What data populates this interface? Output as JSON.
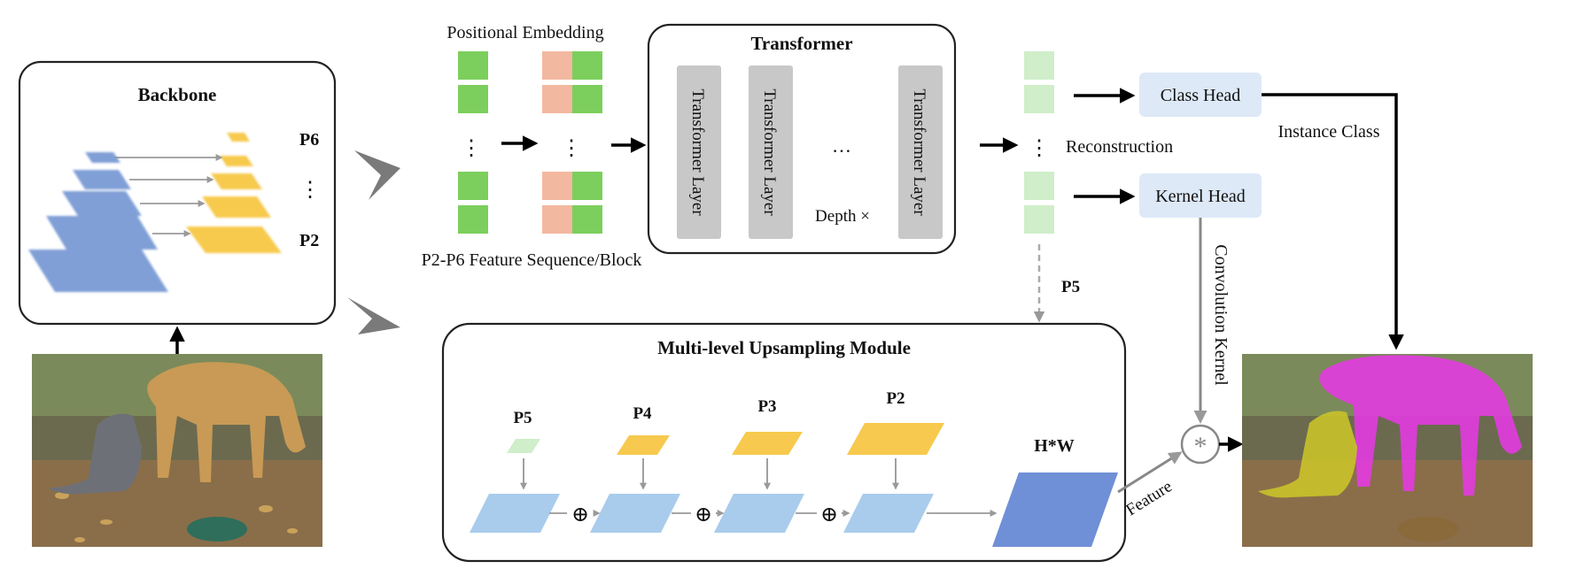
{
  "backbone": {
    "title": "Backbone",
    "level_top": "P6",
    "level_bottom": "P2",
    "ellipsis": "⋮"
  },
  "sequence": {
    "embedding_label": "Positional Embedding",
    "caption": "P2-P6 Feature Sequence/Block",
    "ellipsis": "⋮"
  },
  "transformer": {
    "title": "Transformer",
    "layer_label": "Transformer Layer",
    "ellipsis": "…",
    "depth_label": "Depth ×"
  },
  "output": {
    "ellipsis": "⋮",
    "reconstruction": "Reconstruction",
    "p5_label": "P5"
  },
  "heads": {
    "class_head": "Class Head",
    "kernel_head": "Kernel Head",
    "instance_class": "Instance Class",
    "convolution_kernel": "Convolution Kernel",
    "feature": "Feature",
    "conv_symbol": "*"
  },
  "upsampling": {
    "title": "Multi-level Upsampling Module",
    "levels": [
      "P5",
      "P4",
      "P3",
      "P2"
    ],
    "plus": "⊕",
    "output_label": "H*W"
  },
  "colors": {
    "backbone_blue": "#7f9fd6",
    "backbone_yellow": "#f7c94e",
    "token_green": "#7ccf5c",
    "token_pink": "#f3b8a0",
    "layer_gray": "#c8c8c8",
    "head_bg": "#dde9f7",
    "light_blue": "#a9ccec",
    "dark_blue": "#6f8fd6",
    "pale_green": "#cfeec9",
    "dog_mask": "#e33be0",
    "cat_mask": "#c9c22a"
  }
}
